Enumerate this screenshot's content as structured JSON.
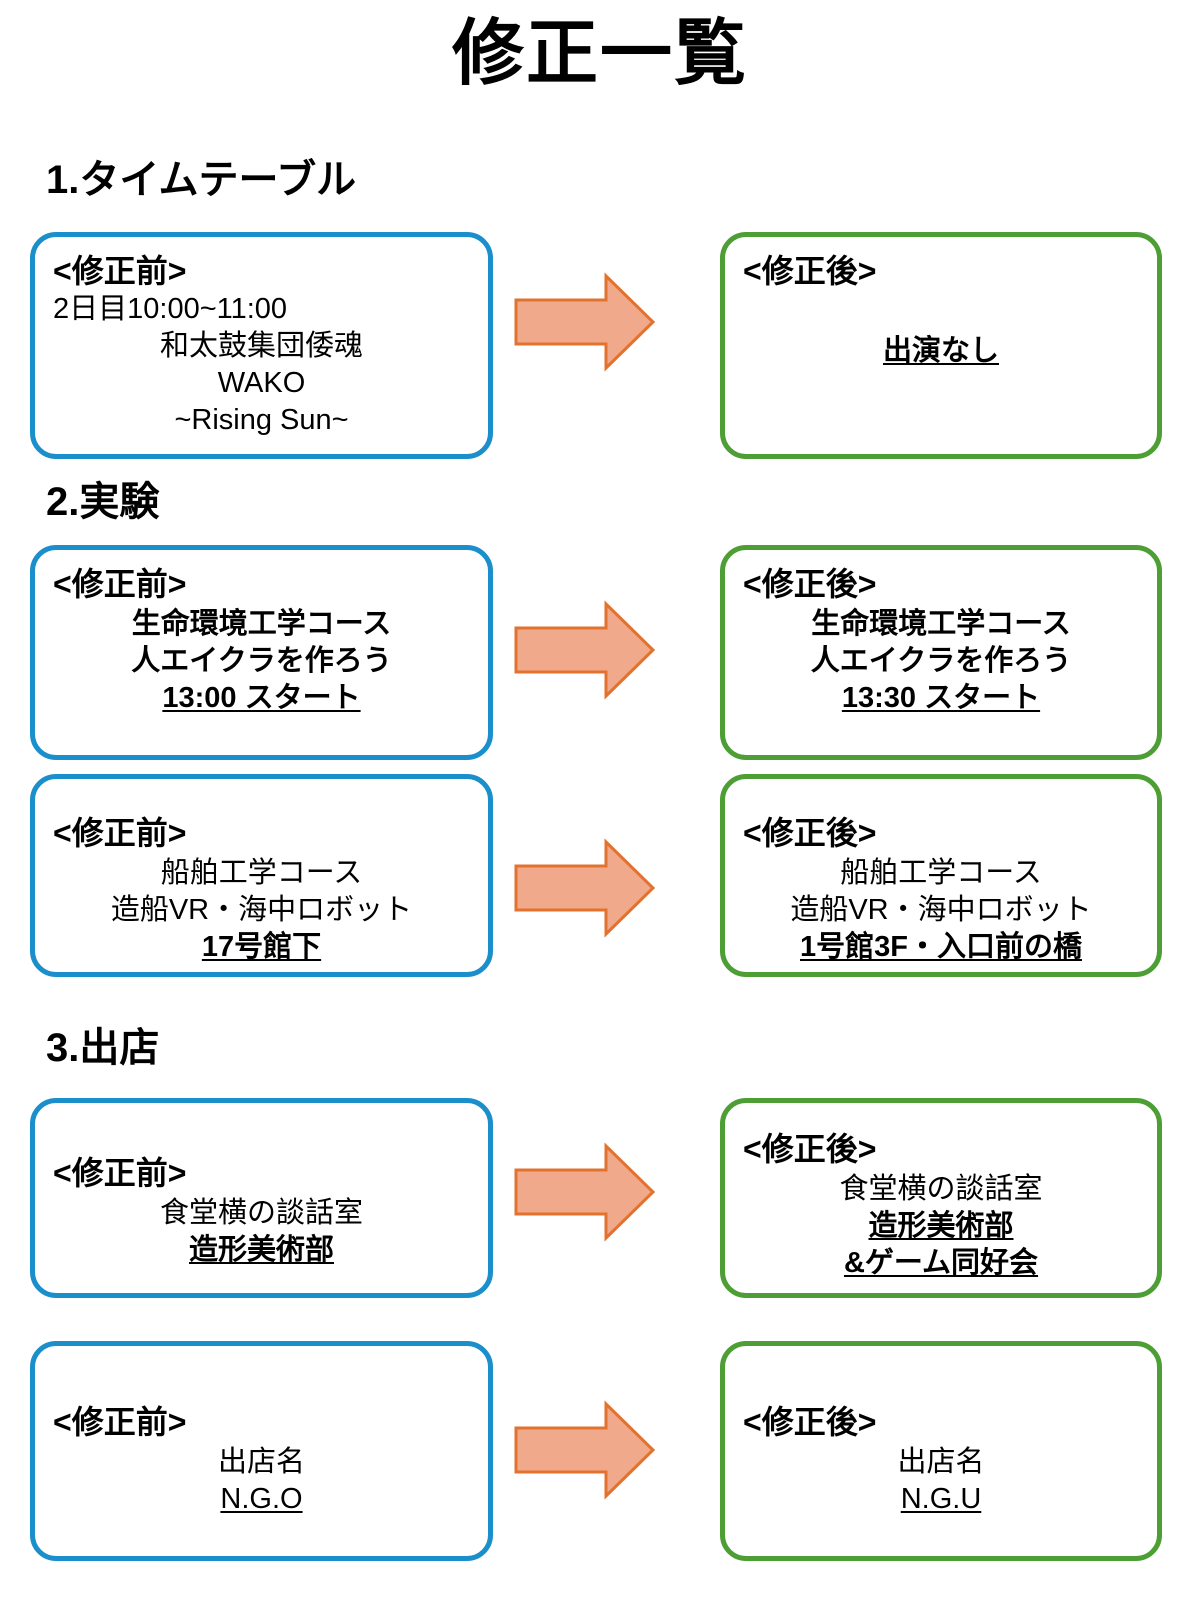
{
  "title": "修正一覧",
  "labels": {
    "before": "<修正前>",
    "after": "<修正後>"
  },
  "colors": {
    "before_border": "#1b8fcb",
    "after_border": "#4d9e34",
    "arrow_fill": "#f0a98a",
    "arrow_stroke": "#e2722e",
    "text": "#000000",
    "background": "#ffffff"
  },
  "arrow_icon": "right-arrow-icon",
  "sections": [
    {
      "heading": "1.タイムテーブル",
      "pairs": [
        {
          "before": {
            "tag": "<修正前>",
            "lines": [
              {
                "text": "2日目10:00~11:00",
                "align": "left",
                "underline": false,
                "bold": false
              },
              {
                "text": "和太鼓集団倭魂",
                "align": "center",
                "underline": false,
                "bold": false
              },
              {
                "text": "WAKO",
                "align": "center",
                "underline": false,
                "bold": false
              },
              {
                "text": "~Rising Sun~",
                "align": "center",
                "underline": false,
                "bold": false
              }
            ]
          },
          "after": {
            "tag": "<修正後>",
            "lines": [
              {
                "text": "出演なし",
                "align": "center",
                "underline": true,
                "bold": true
              }
            ]
          }
        }
      ]
    },
    {
      "heading": "2.実験",
      "pairs": [
        {
          "before": {
            "tag": "<修正前>",
            "lines": [
              {
                "text": "生命環境工学コース",
                "align": "center",
                "underline": false,
                "bold": true
              },
              {
                "text": "人エイクラを作ろう",
                "align": "center",
                "underline": false,
                "bold": true
              },
              {
                "text": "13:00 スタート",
                "align": "center",
                "underline": true,
                "bold": true
              }
            ]
          },
          "after": {
            "tag": "<修正後>",
            "lines": [
              {
                "text": "生命環境工学コース",
                "align": "center",
                "underline": false,
                "bold": true
              },
              {
                "text": "人エイクラを作ろう",
                "align": "center",
                "underline": false,
                "bold": true
              },
              {
                "text": "13:30 スタート",
                "align": "center",
                "underline": true,
                "bold": true
              }
            ]
          }
        },
        {
          "before": {
            "tag": "<修正前>",
            "lines": [
              {
                "text": "船舶工学コース",
                "align": "center",
                "underline": false,
                "bold": false
              },
              {
                "text": "造船VR・海中ロボット",
                "align": "center",
                "underline": false,
                "bold": false
              },
              {
                "text": "17号館下",
                "align": "center",
                "underline": true,
                "bold": true
              }
            ]
          },
          "after": {
            "tag": "<修正後>",
            "lines": [
              {
                "text": "船舶工学コース",
                "align": "center",
                "underline": false,
                "bold": false
              },
              {
                "text": "造船VR・海中ロボット",
                "align": "center",
                "underline": false,
                "bold": false
              },
              {
                "text": "1号館3F・入口前の橋",
                "align": "center",
                "underline": true,
                "bold": true
              }
            ]
          }
        }
      ]
    },
    {
      "heading": "3.出店",
      "pairs": [
        {
          "before": {
            "tag": "<修正前>",
            "lines": [
              {
                "text": "食堂横の談話室",
                "align": "center",
                "underline": false,
                "bold": false
              },
              {
                "text": "造形美術部",
                "align": "center",
                "underline": true,
                "bold": true
              }
            ]
          },
          "after": {
            "tag": "<修正後>",
            "lines": [
              {
                "text": "食堂横の談話室",
                "align": "center",
                "underline": false,
                "bold": false
              },
              {
                "text": "造形美術部",
                "align": "center",
                "underline": true,
                "bold": true
              },
              {
                "text": "&ゲーム同好会",
                "align": "center",
                "underline": true,
                "bold": true
              }
            ]
          }
        },
        {
          "before": {
            "tag": "<修正前>",
            "lines": [
              {
                "text": "出店名",
                "align": "center",
                "underline": false,
                "bold": false
              },
              {
                "text": "N.G.O",
                "align": "center",
                "underline": true,
                "bold": false
              }
            ]
          },
          "after": {
            "tag": "<修正後>",
            "lines": [
              {
                "text": "出店名",
                "align": "center",
                "underline": false,
                "bold": false
              },
              {
                "text": "N.G.U",
                "align": "center",
                "underline": true,
                "bold": false
              }
            ]
          }
        }
      ]
    }
  ]
}
